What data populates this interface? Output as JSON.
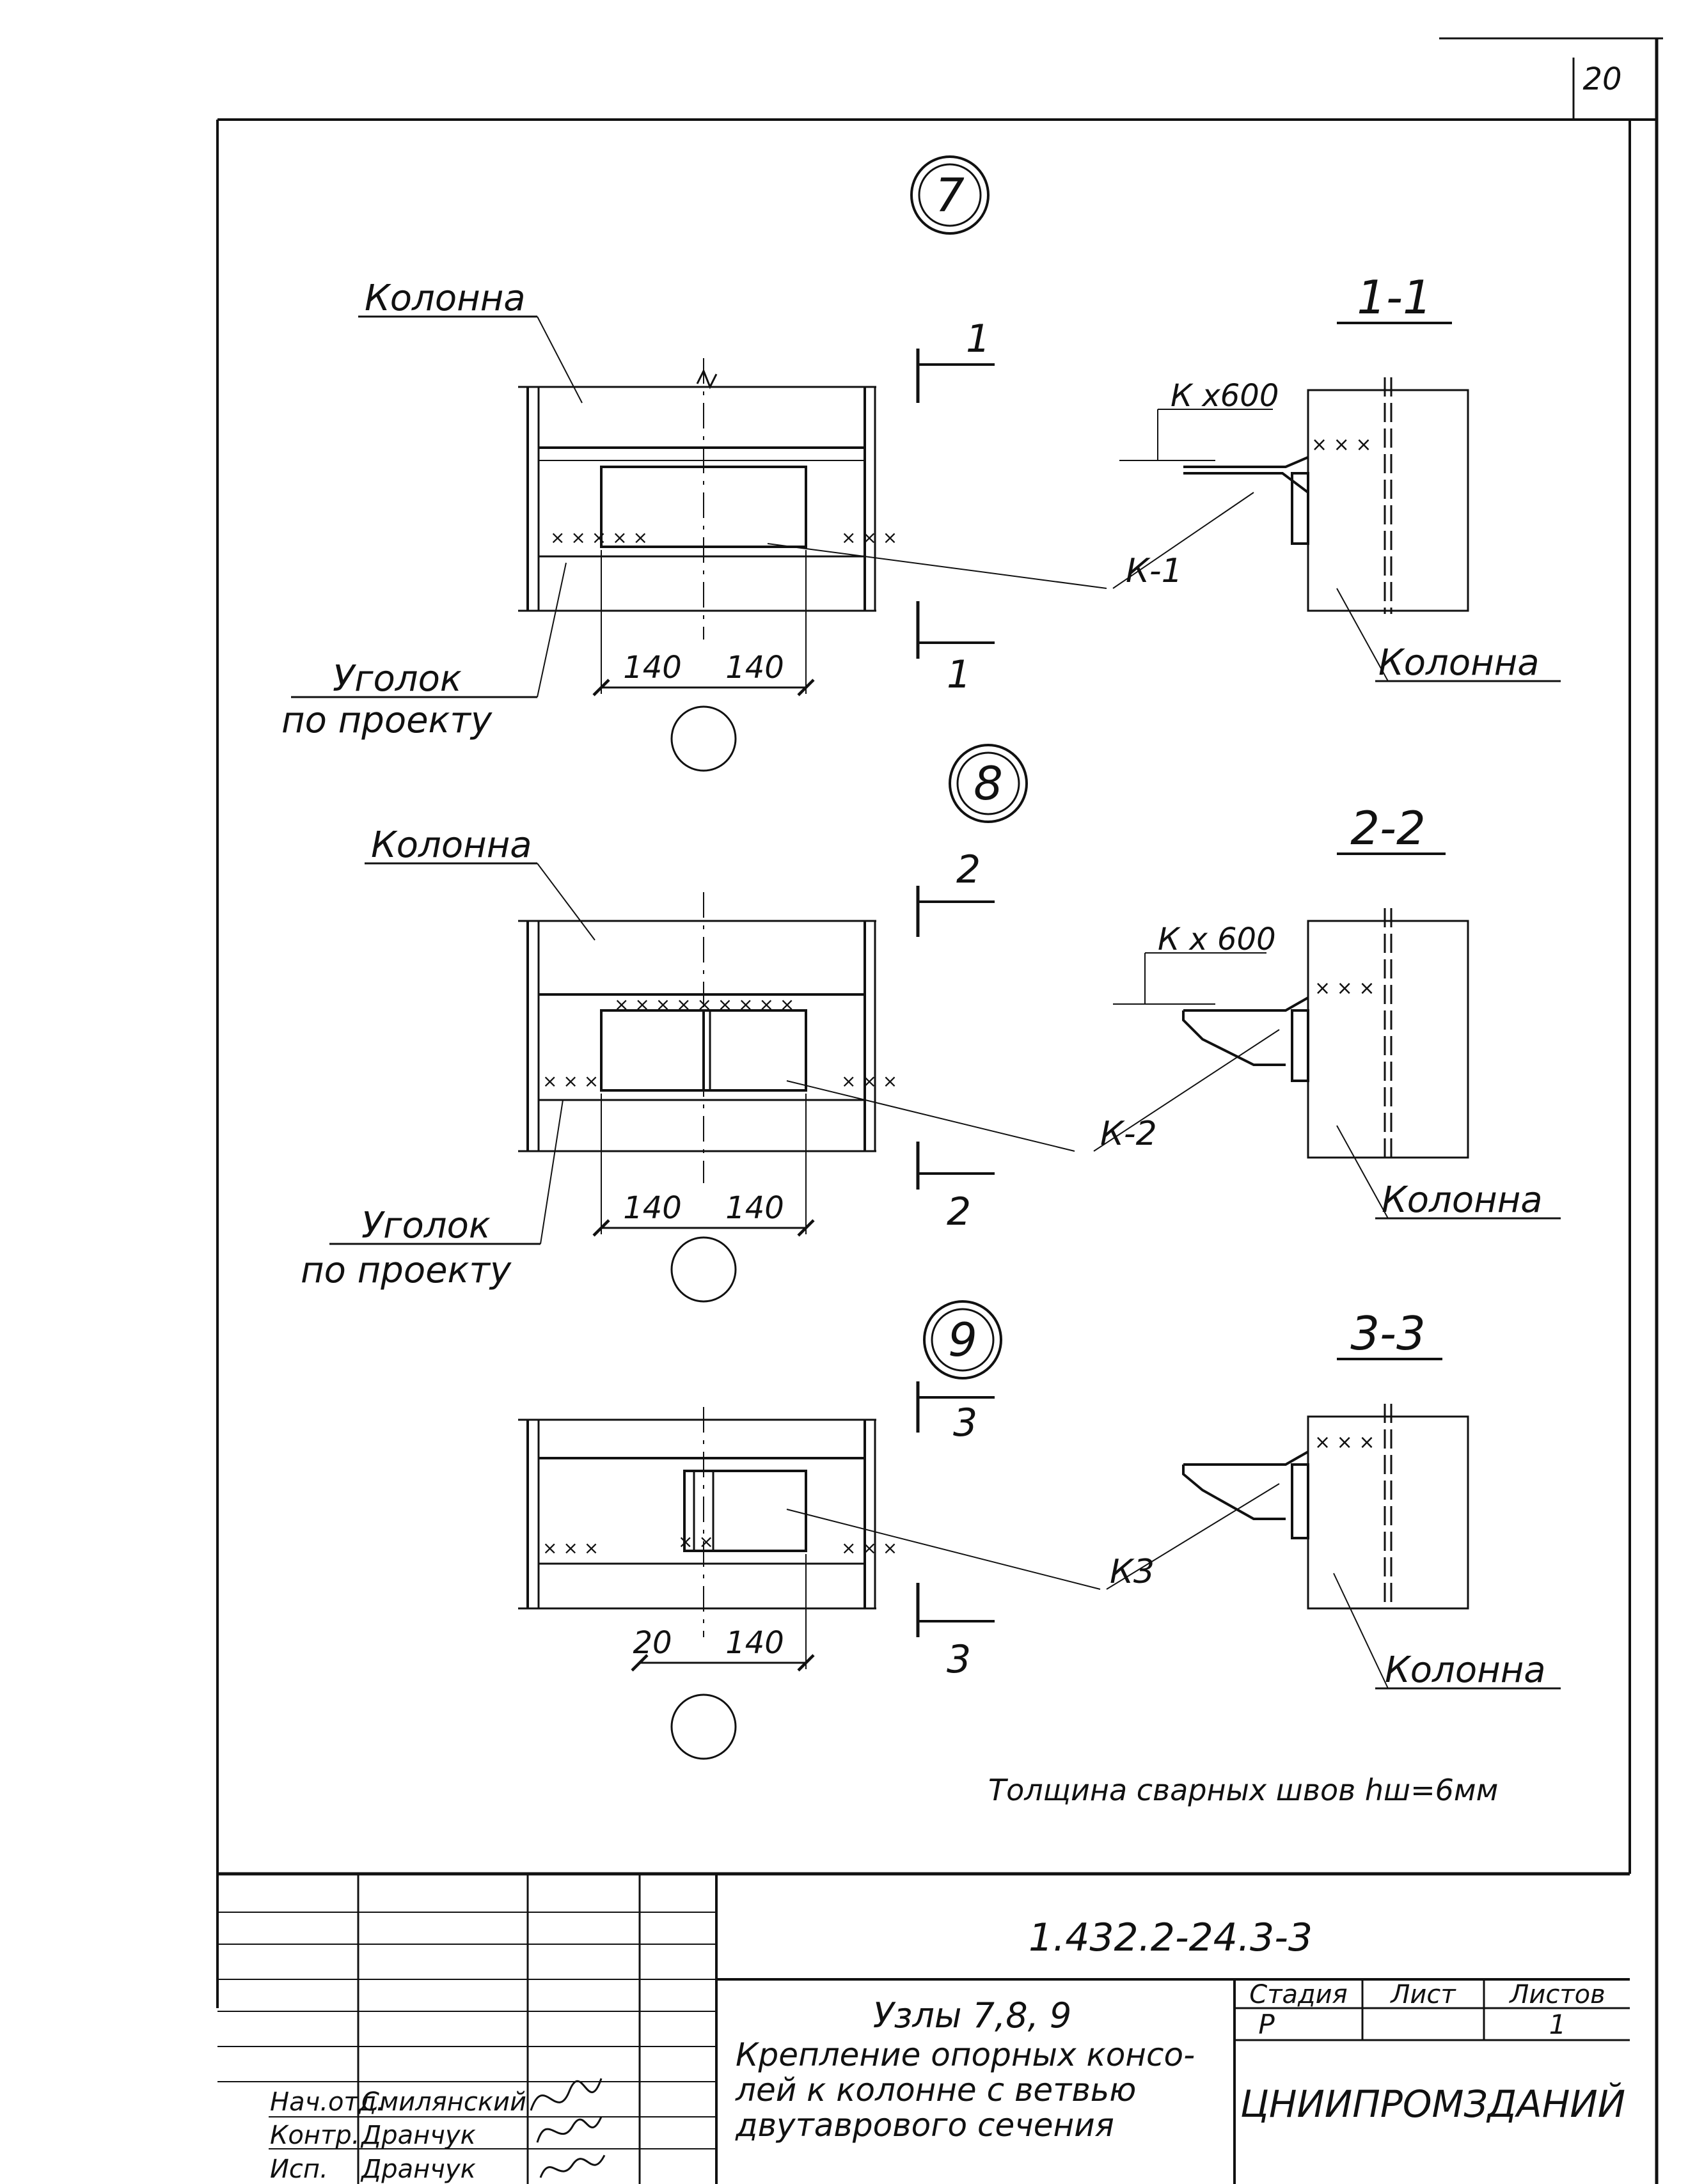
{
  "page_number": "20",
  "nodes": [
    {
      "number": "7",
      "section_title": "1-1",
      "section_mark": "1",
      "column_label": "Колонна",
      "angle_label_line1": "Уголок",
      "angle_label_line2": "по проекту",
      "console_label": "К-1",
      "dim_left": "140",
      "dim_right": "140",
      "kx_label": "К x600",
      "section_column_label": "Колонна"
    },
    {
      "number": "8",
      "section_title": "2-2",
      "section_mark": "2",
      "column_label": "Колонна",
      "angle_label_line1": "Уголок",
      "angle_label_line2": "по проекту",
      "console_label": "К-2",
      "dim_left": "140",
      "dim_right": "140",
      "kx_label": "К x 600",
      "section_column_label": "Колонна"
    },
    {
      "number": "9",
      "section_title": "3-3",
      "section_mark": "3",
      "console_label": "К3",
      "dim_left": "20",
      "dim_right": "140",
      "section_column_label": "Колонна"
    }
  ],
  "weld_note": "Толщина сварных швов hш=6мм",
  "title_block": {
    "doc_code": "1.432.2-24.3-3",
    "title_line1": "Узлы 7,8, 9",
    "title_line2": "Крепление опорных консо-",
    "title_line3": "лей к колонне с ветвью",
    "title_line4": "двутаврового сечения",
    "stage_header": "Стадия",
    "sheet_header": "Лист",
    "sheets_header": "Листов",
    "stage_value": "Р",
    "sheets_value": "1",
    "organization": "ЦНИИПРОМЗДАНИЙ",
    "signatures": [
      {
        "role": "Нач.отд.",
        "name": "Смилянский"
      },
      {
        "role": "Контр.",
        "name": "Дранчук"
      },
      {
        "role": "Исп.",
        "name": "Дранчук"
      }
    ]
  }
}
